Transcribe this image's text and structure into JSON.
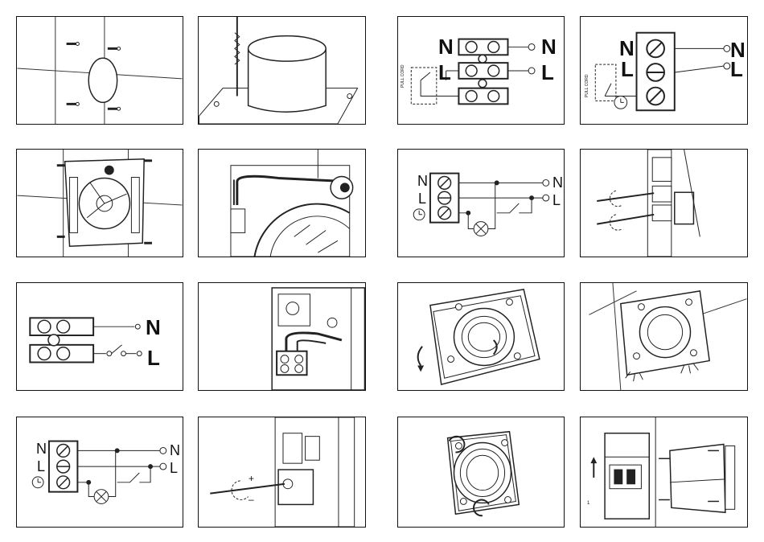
{
  "labels": {
    "neutral": "N",
    "live": "L",
    "pull_cord": "PULL CORD",
    "plus": "+",
    "minus": "–",
    "breaker_mark": "1"
  },
  "icons": [
    "screw-icon",
    "timer-clock-icon",
    "lamp-icon",
    "switch-icon",
    "arrow-icon",
    "screwdriver-icon",
    "circuit-breaker-icon"
  ]
}
